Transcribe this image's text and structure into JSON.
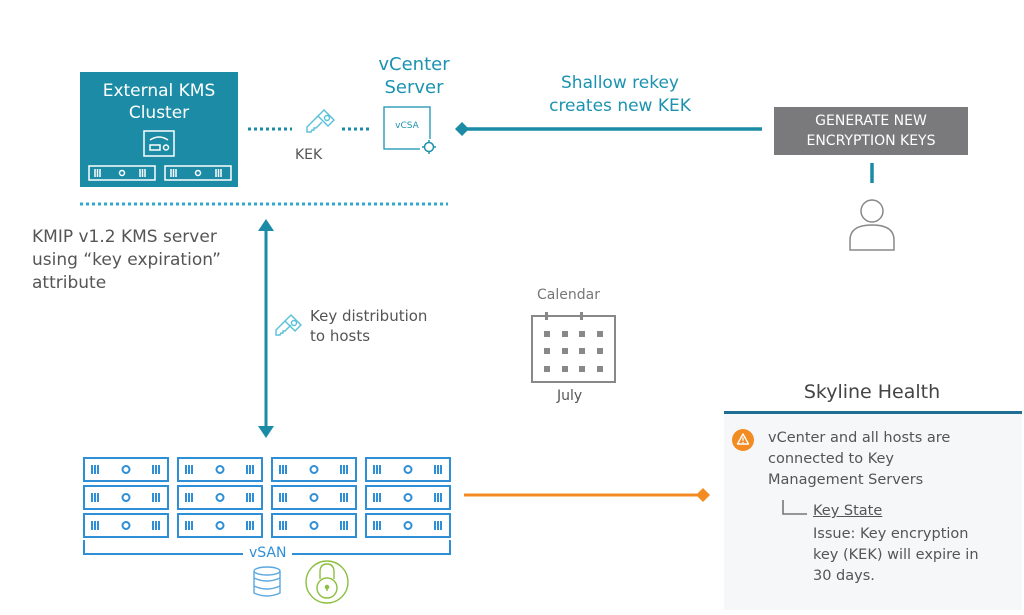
{
  "kms": {
    "title_line1": "External KMS",
    "title_line2": "Cluster",
    "color": "#1b8ba6"
  },
  "vcenter": {
    "title_line1": "vCenter",
    "title_line2": "Server",
    "appliance_label": "vCSA"
  },
  "kek": {
    "label": "KEK"
  },
  "rekey": {
    "line1": "Shallow rekey",
    "line2": "creates new KEK"
  },
  "generate_button": {
    "line1": "GENERATE NEW",
    "line2": "ENCRYPTION KEYS",
    "color": "#7a7a7c"
  },
  "kmip": {
    "line1": "KMIP v1.2 KMS server",
    "line2": "using  “key expiration”",
    "line3": "attribute"
  },
  "key_distribution": {
    "line1": "Key distribution",
    "line2": "to hosts"
  },
  "calendar": {
    "title": "Calendar",
    "month": "July"
  },
  "vsan": {
    "label": "vSAN",
    "host_rows": 3,
    "host_columns": 4
  },
  "skyline": {
    "title": "Skyline Health",
    "alert_line1": "vCenter and all hosts are",
    "alert_line2": "connected to Key",
    "alert_line3": "Management Servers",
    "sub_item": "Key State",
    "issue_line1": "Issue:  Key encryption",
    "issue_line2": "key (KEK) will expire in",
    "issue_line3": "30 days.",
    "alert_color": "#f38b23"
  },
  "colors": {
    "primary_teal": "#1b8ba6",
    "vsan_blue": "#2f8fd6",
    "warning_orange": "#f38b23",
    "lock_green": "#8cbf3f"
  }
}
